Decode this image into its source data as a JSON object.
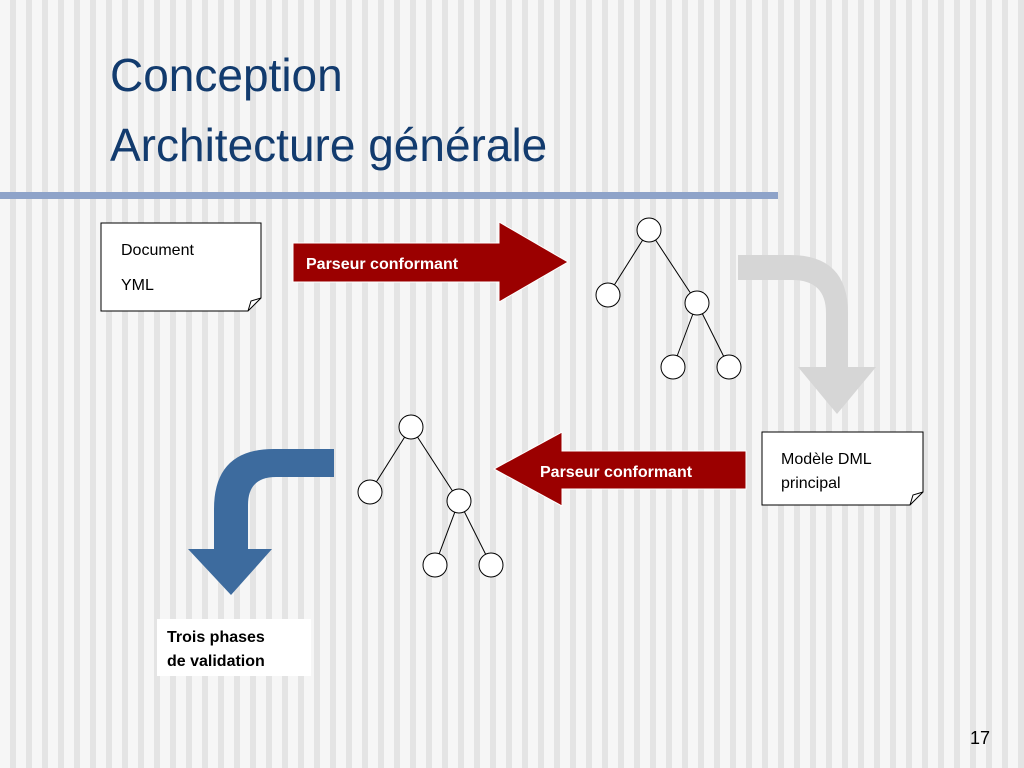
{
  "title": {
    "line1": "Conception",
    "line2": "Architecture générale"
  },
  "diagram": {
    "document_yml": {
      "line1": "Document",
      "line2": "YML"
    },
    "arrow_top_label": "Parseur conformant",
    "arrow_bottom_label": "Parseur conformant",
    "modele_dml": {
      "line1": "Modèle DML",
      "line2": "principal"
    },
    "validation_box": {
      "line1": "Trois phases",
      "line2": "de validation"
    }
  },
  "colors": {
    "title": "#123b6e",
    "title_rule": "#8ea3c9",
    "parser_arrow": "#9b0000",
    "curved_arrow_gray": "#d6d6d6",
    "curved_arrow_blue": "#3d6b9e"
  },
  "page_number": "17"
}
